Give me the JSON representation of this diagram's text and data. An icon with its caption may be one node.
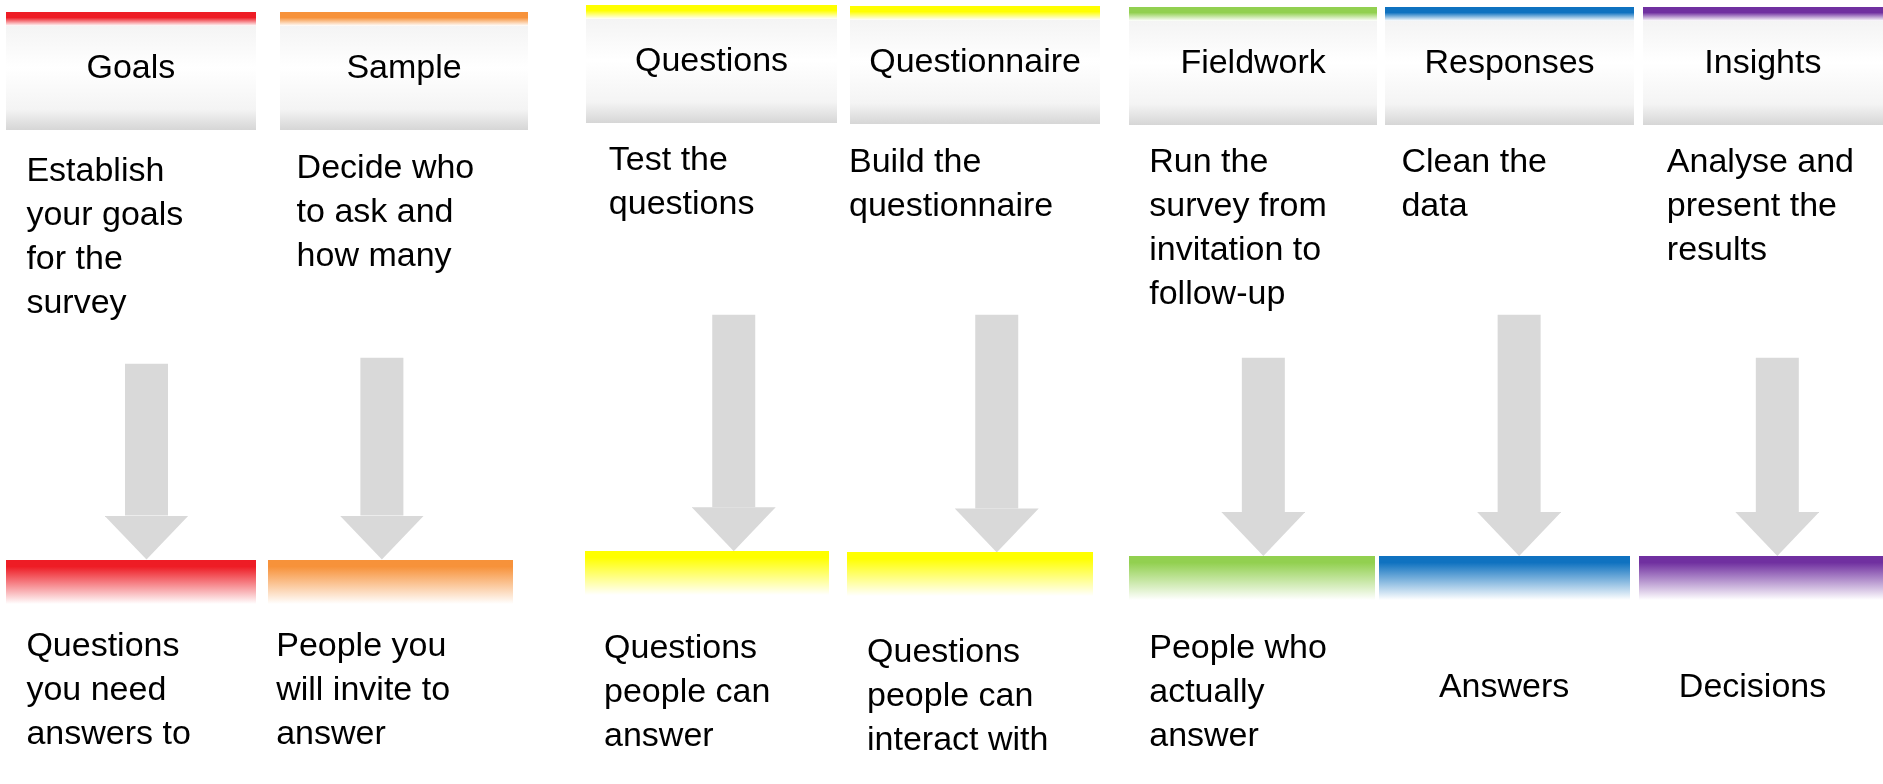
{
  "diagram": {
    "nodes": [
      {
        "text": [
          "Goals",
          "Establish your goals for the survey"
        ]
      },
      {
        "text": [
          "Sample",
          "Decide who to ask and how many"
        ]
      },
      {
        "text": [
          "Questions",
          "Test the questions"
        ]
      },
      {
        "text": [
          "Questionnaire",
          "Build the questionnaire"
        ]
      },
      {
        "text": [
          "Fieldwork",
          "Run the survey from invitation to follow-up"
        ]
      },
      {
        "text": [
          "Responses",
          "Clean the data"
        ]
      },
      {
        "text": [
          "Insights",
          "Analyse and present the results"
        ]
      },
      {
        "text": [
          "Questions you need answers to"
        ]
      },
      {
        "text": [
          "People you will invite to answer"
        ]
      },
      {
        "text": [
          "Questions people can answer"
        ]
      },
      {
        "text": [
          "Questions people can interact with"
        ]
      },
      {
        "text": [
          "People who actually answer"
        ]
      },
      {
        "text": [
          "Answers"
        ]
      },
      {
        "text": [
          "Decisions"
        ]
      }
    ],
    "edges": [
      {
        "from": 0,
        "to": 7,
        "arrow": "to"
      },
      {
        "from": 1,
        "to": 8,
        "arrow": "to"
      },
      {
        "from": 2,
        "to": 9,
        "arrow": "to"
      },
      {
        "from": 3,
        "to": 10,
        "arrow": "to"
      },
      {
        "from": 4,
        "to": 11,
        "arrow": "to"
      },
      {
        "from": 5,
        "to": 12,
        "arrow": "to"
      },
      {
        "from": 6,
        "to": 13,
        "arrow": "to"
      }
    ]
  }
}
